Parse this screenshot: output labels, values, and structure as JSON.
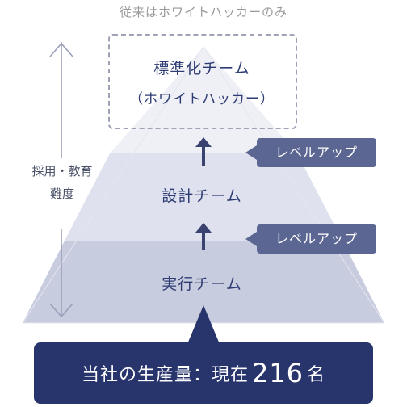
{
  "header": {
    "caption": "従来はホワイトハッカーのみ"
  },
  "pyramid": {
    "top": {
      "title": "標準化チーム",
      "subtitle": "（ホワイトハッカー）"
    },
    "middle": {
      "title": "設計チーム"
    },
    "bottom": {
      "title": "実行チーム"
    }
  },
  "side_axis": {
    "line1": "採用・教育",
    "line2": "難度"
  },
  "badges": [
    {
      "label": "レベルアップ"
    },
    {
      "label": "レベルアップ"
    }
  ],
  "footer": {
    "prefix": "当社の生産量：現在",
    "count": "216",
    "suffix": "名"
  },
  "colors": {
    "tier_top": "#eef0f6",
    "tier_mid": "#dfe2ee",
    "tier_bottom": "#c7ccde",
    "badge": "#5c6693",
    "footer_bg": "#28346c",
    "text_dark": "#2f3c74"
  }
}
